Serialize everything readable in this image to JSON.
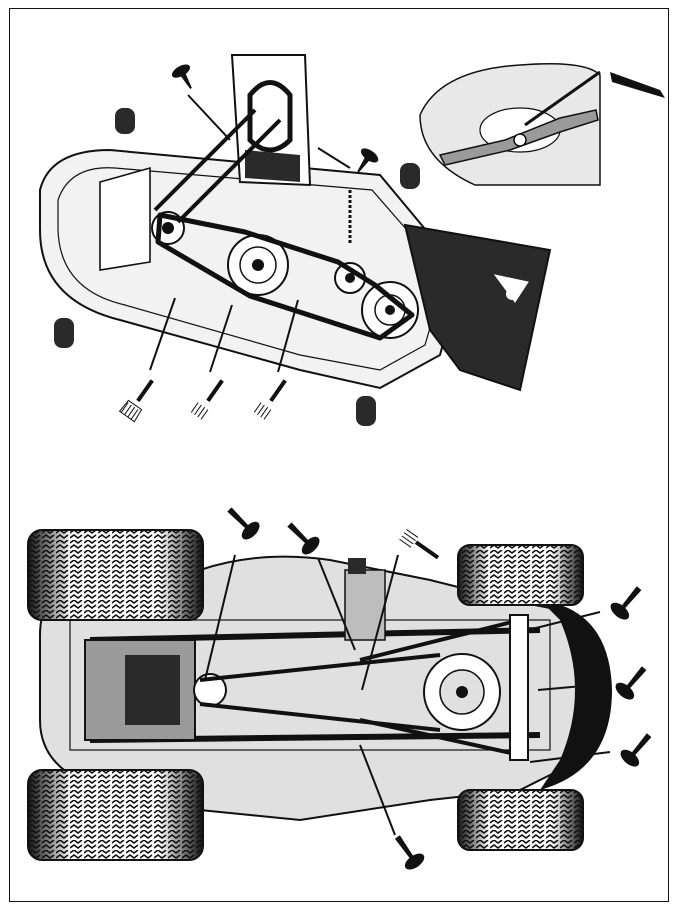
{
  "figures": [
    {
      "id": "deck",
      "subject": "mower-deck-underside-drive-belt"
    },
    {
      "id": "blade",
      "subject": "cutting-blade-inset"
    },
    {
      "id": "chassis",
      "subject": "tractor-chassis-underside"
    }
  ],
  "symbols": {
    "grease_gun": "grease-gun-icon",
    "oil_can": "oil-can-icon",
    "brush": "brush-icon"
  },
  "colors": {
    "ink": "#111111",
    "paper": "#ffffff",
    "light_fill": "#e8e8e8",
    "mid_fill": "#bdbdbd",
    "dark_fill": "#2a2a2a"
  }
}
